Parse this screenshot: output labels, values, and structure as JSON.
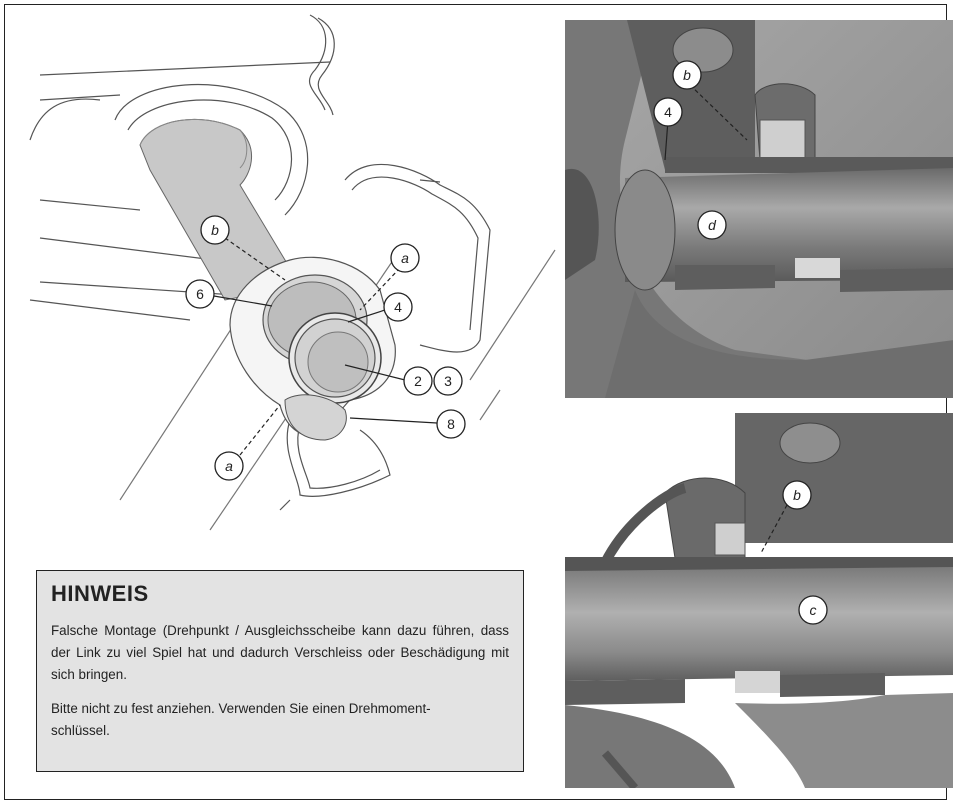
{
  "labels": {
    "a": "a",
    "b": "b",
    "c": "c",
    "d": "d",
    "n2": "2",
    "n3": "3",
    "n4": "4",
    "n6": "6",
    "n8": "8"
  },
  "notice": {
    "title": "HINWEIS",
    "paragraph_1": "Falsche Montage (Drehpunkt / Ausgleichsscheibe kann dazu führen, dass der Link zu viel Spiel hat und dadurch Verschleiss oder Beschädigung mit sich bringen.",
    "paragraph_2": "Bitte nicht zu fest anziehen. Verwenden Sie einen Drehmoment-schlüssel."
  }
}
